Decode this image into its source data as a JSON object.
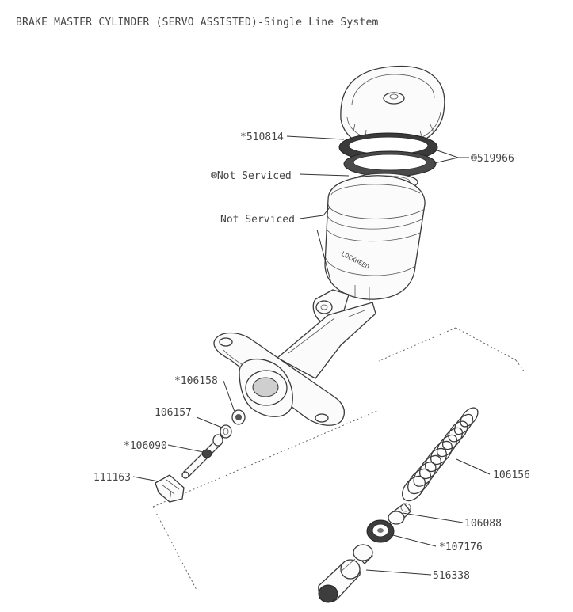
{
  "title": "BRAKE MASTER CYLINDER (SERVO ASSISTED)-Single Line System",
  "callouts": {
    "cap_seal": "*510814",
    "reservoir_ring": "®519966",
    "seal_not_serviced": "®Not Serviced",
    "reservoir_not_serviced": "Not Serviced",
    "seal_106158": "*106158",
    "part_106157": "106157",
    "pushrod_106090": "*106090",
    "clip_111163": "111163",
    "spring_106156": "106156",
    "valve_106088": "106088",
    "seal_107176": "*107176",
    "piston_516338": "516338"
  },
  "reservoir_marking": "LOCKHEED"
}
